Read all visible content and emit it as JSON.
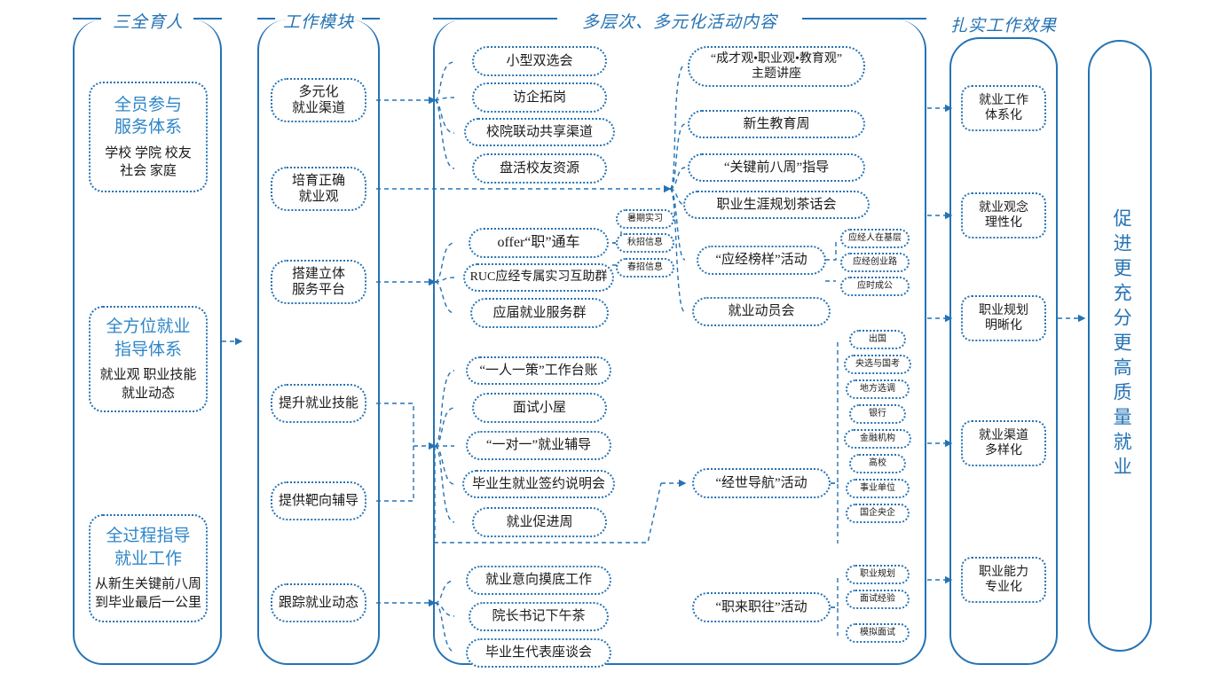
{
  "theme": {
    "accent": "#2573b5",
    "accent_light": "#2e86c8",
    "text": "#1a1a1a",
    "bg": "#ffffff"
  },
  "columns": {
    "col1": {
      "title": "三全育人"
    },
    "col2": {
      "title": "工作模块"
    },
    "col3": {
      "title": "多层次、多元化活动内容"
    },
    "col4": {
      "title": "扎实工作效果"
    }
  },
  "pillars": [
    {
      "head": "全员参与\n服务体系",
      "head_line1": "全员参与",
      "head_line2": "服务体系",
      "sub_line1": "学校 学院 校友",
      "sub_line2": "社会 家庭"
    },
    {
      "head_line1": "全方位就业",
      "head_line2": "指导体系",
      "sub_line1": "就业观 职业技能",
      "sub_line2": "就业动态"
    },
    {
      "head_line1": "全过程指导",
      "head_line2": "就业工作",
      "sub_line1": "从新生关键前八周",
      "sub_line2": "到毕业最后一公里"
    }
  ],
  "modules": [
    {
      "line1": "多元化",
      "line2": "就业渠道"
    },
    {
      "line1": "培育正确",
      "line2": "就业观"
    },
    {
      "line1": "搭建立体",
      "line2": "服务平台"
    },
    {
      "line1": "提升就业技能",
      "line2": ""
    },
    {
      "line1": "提供靶向辅导",
      "line2": ""
    },
    {
      "line1": "跟踪就业动态",
      "line2": ""
    }
  ],
  "activities_left": [
    {
      "label": "小型双选会"
    },
    {
      "label": "访企拓岗"
    },
    {
      "label": "校院联动共享渠道"
    },
    {
      "label": "盘活校友资源"
    },
    {
      "label": "offer“职”通车"
    },
    {
      "label": "RUC应经专属实习互助群"
    },
    {
      "label": "应届就业服务群"
    },
    {
      "label": "“一人一策”工作台账"
    },
    {
      "label": "面试小屋"
    },
    {
      "label": "“一对一”就业辅导"
    },
    {
      "label": "毕业生就业签约说明会"
    },
    {
      "label": "就业促进周"
    },
    {
      "label": "就业意向摸底工作"
    },
    {
      "label": "院长书记下午茶"
    },
    {
      "label": "毕业生代表座谈会"
    }
  ],
  "offer_tags": [
    {
      "label": "暑期实习"
    },
    {
      "label": "秋招信息"
    },
    {
      "label": "春招信息"
    }
  ],
  "activities_right": [
    {
      "line1": "“成才观•职业观•教育观”",
      "line2": "主题讲座"
    },
    {
      "line1": "新生教育周",
      "line2": ""
    },
    {
      "line1": "“关键前八周”指导",
      "line2": ""
    },
    {
      "line1": "职业生涯规划茶话会",
      "line2": ""
    },
    {
      "line1": "“应经榜样”活动",
      "line2": ""
    },
    {
      "line1": "就业动员会",
      "line2": ""
    },
    {
      "line1": "“经世导航”活动",
      "line2": ""
    },
    {
      "line1": "“职来职往”活动",
      "line2": ""
    }
  ],
  "model_tags": [
    {
      "label": "应经人在基层"
    },
    {
      "label": "应经创业路"
    },
    {
      "label": "应时成公"
    }
  ],
  "navigation_tags": [
    {
      "label": "出国"
    },
    {
      "label": "央选与国考"
    },
    {
      "label": "地方选调"
    },
    {
      "label": "银行"
    },
    {
      "label": "金融机构"
    },
    {
      "label": "高校"
    },
    {
      "label": "事业单位"
    },
    {
      "label": "国企央企"
    }
  ],
  "career_tags": [
    {
      "label": "职业规划"
    },
    {
      "label": "面试经验"
    },
    {
      "label": "模拟面试"
    }
  ],
  "effects": [
    {
      "line1": "就业工作",
      "line2": "体系化"
    },
    {
      "line1": "就业观念",
      "line2": "理性化"
    },
    {
      "line1": "职业规划",
      "line2": "明晰化"
    },
    {
      "line1": "就业渠道",
      "line2": "多样化"
    },
    {
      "line1": "职业能力",
      "line2": "专业化"
    }
  ],
  "goal": {
    "text": "促进更充分更高质量就业"
  }
}
